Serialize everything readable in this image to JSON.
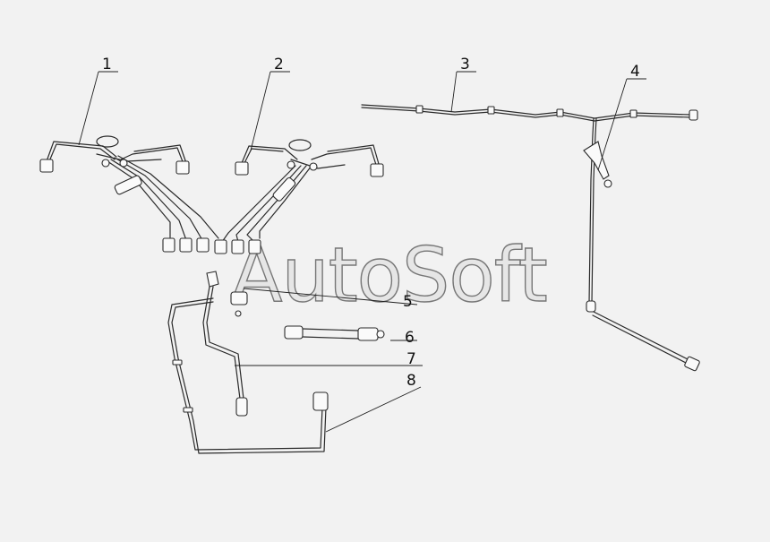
{
  "watermark": "AutoSoft",
  "callouts": [
    {
      "id": "1",
      "label": "1"
    },
    {
      "id": "2",
      "label": "2"
    },
    {
      "id": "3",
      "label": "3"
    },
    {
      "id": "4",
      "label": "4"
    },
    {
      "id": "5",
      "label": "5"
    },
    {
      "id": "6",
      "label": "6"
    },
    {
      "id": "7",
      "label": "7"
    },
    {
      "id": "8",
      "label": "8"
    }
  ],
  "colors": {
    "background": "#f2f2f2",
    "line": "#2a2a2a",
    "watermark_fill": "#e6e6e6"
  }
}
